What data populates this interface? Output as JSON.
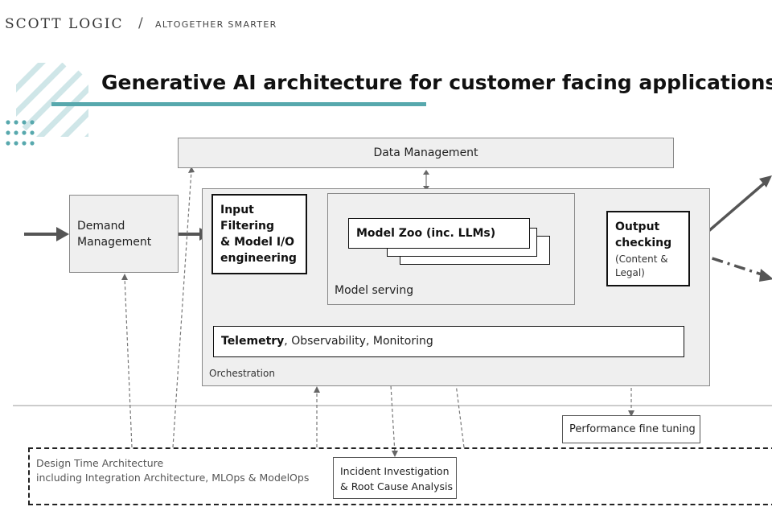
{
  "header": {
    "brand": "SCOTT LOGIC",
    "separator": "/",
    "tagline": "ALTOGETHER SMARTER"
  },
  "slide": {
    "title": "Generative AI architecture for customer facing applications",
    "accent_color": "#57a8ad"
  },
  "diagram": {
    "data_management": "Data Management",
    "demand_management": [
      "Demand",
      "Management"
    ],
    "input_filtering": [
      "Input",
      "Filtering",
      "& Model I/O",
      "engineering"
    ],
    "model_zoo": "Model Zoo (inc. LLMs)",
    "model_serving": "Model serving",
    "output_checking": [
      "Output",
      "checking"
    ],
    "output_checking_sub": [
      "(Content &",
      "Legal)"
    ],
    "telemetry_bold": "Telemetry",
    "telemetry_rest": ", Observability, Monitoring",
    "orchestration": "Orchestration",
    "performance_tuning": "Performance fine tuning",
    "design_time": [
      "Design Time Architecture",
      "including Integration Architecture, MLOps & ModelOps"
    ],
    "incident": [
      "Incident Investigation",
      "& Root Cause Analysis"
    ]
  }
}
